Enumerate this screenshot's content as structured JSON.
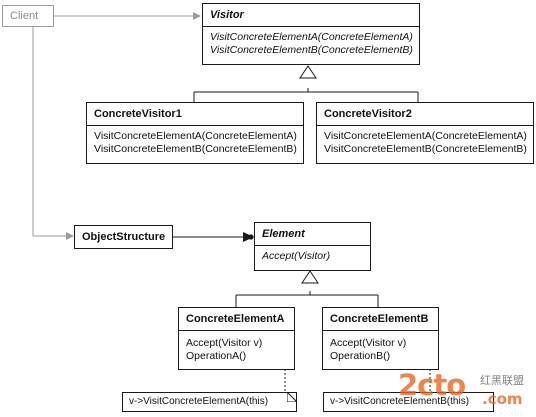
{
  "client": {
    "label": "Client"
  },
  "visitor": {
    "name": "Visitor",
    "operations": [
      "VisitConcreteElementA(ConcreteElementA)",
      "VisitConcreteElementB(ConcreteElementB)"
    ]
  },
  "concrete_visitor_1": {
    "name": "ConcreteVisitor1",
    "operations": [
      "VisitConcreteElementA(ConcreteElementA)",
      "VisitConcreteElementB(ConcreteElementB)"
    ]
  },
  "concrete_visitor_2": {
    "name": "ConcreteVisitor2",
    "operations": [
      "VisitConcreteElementA(ConcreteElementA)",
      "VisitConcreteElementB(ConcreteElementB)"
    ]
  },
  "object_structure": {
    "name": "ObjectStructure"
  },
  "element": {
    "name": "Element",
    "operations": [
      "Accept(Visitor)"
    ]
  },
  "concrete_element_a": {
    "name": "ConcreteElementA",
    "operations": [
      "Accept(Visitor v)",
      "OperationA()"
    ],
    "note": "v->VisitConcreteElementA(this)"
  },
  "concrete_element_b": {
    "name": "ConcreteElementB",
    "operations": [
      "Accept(Visitor v)",
      "OperationB()"
    ],
    "note": "v->VisitConcreteElementB(this)"
  },
  "watermark": {
    "text": "2cto",
    "suffix": ".com",
    "chinese": "红黑联盟"
  },
  "colors": {
    "line": "#1a1a1a",
    "client_line": "#9a9a9a",
    "watermark": "#e8641c"
  }
}
